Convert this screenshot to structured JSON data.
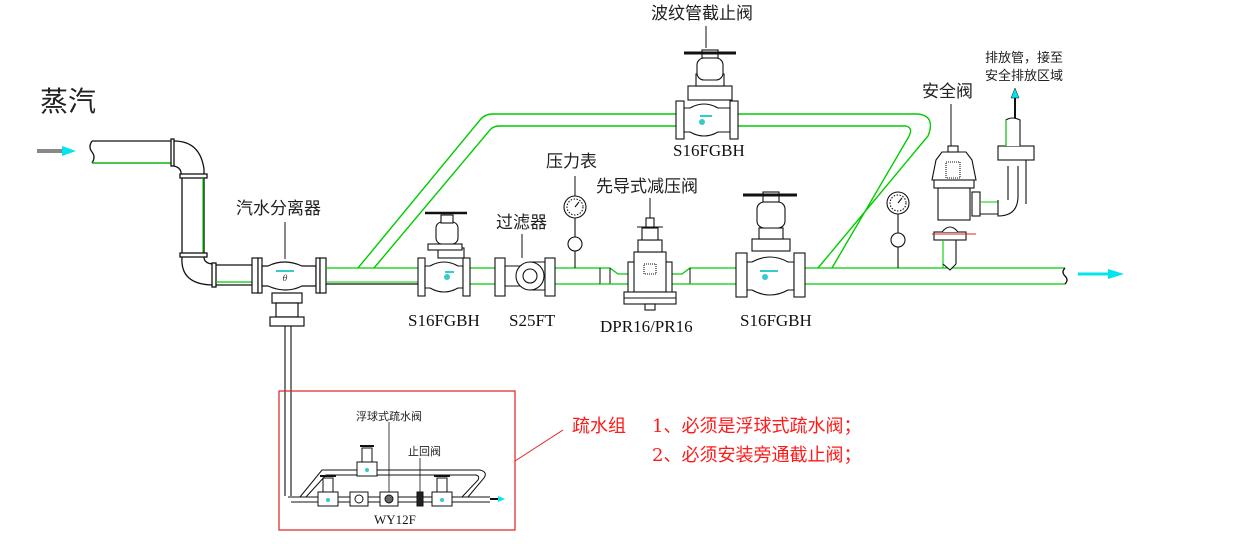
{
  "title": "蒸汽",
  "colors": {
    "pipe_outline": "#000000",
    "pipe_highlight": "#00cc00",
    "flow_arrow": "#00e5ee",
    "note_red": "#ff1a1a",
    "sight_glass": "#33cccc"
  },
  "components": {
    "separator": {
      "label": "汽水分离器"
    },
    "globe_valve_inlet": {
      "model": "S16FGBH"
    },
    "strainer": {
      "label": "过滤器",
      "model": "S25FT"
    },
    "pressure_gauge": {
      "label": "压力表"
    },
    "prv": {
      "label": "先导式减压阀",
      "model": "DPR16/PR16"
    },
    "globe_valve_outlet": {
      "model": "S16FGBH"
    },
    "bypass_valve": {
      "label": "波纹管截止阀",
      "model": "S16FGBH"
    },
    "safety_valve": {
      "label": "安全阀"
    },
    "discharge_pipe": {
      "label_line1": "排放管，接至",
      "label_line2": "安全排放区域"
    }
  },
  "drain_group": {
    "float_trap_label": "浮球式疏水阀",
    "check_valve_label": "止回阀",
    "model": "WY12F"
  },
  "notes": {
    "group_name": "疏水组",
    "line1": "1、必须是浮球式疏水阀；",
    "line2": "2、必须安装旁通截止阀；"
  }
}
